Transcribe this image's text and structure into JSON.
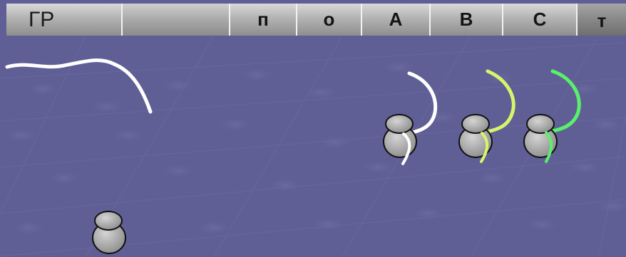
{
  "header": {
    "cells": [
      {
        "id": "gr",
        "label": "ГР"
      },
      {
        "id": "blank",
        "label": ""
      },
      {
        "id": "p",
        "label": "п"
      },
      {
        "id": "o",
        "label": "о"
      },
      {
        "id": "a",
        "label": "А"
      },
      {
        "id": "v",
        "label": "В"
      },
      {
        "id": "s",
        "label": "С"
      },
      {
        "id": "t",
        "label": "т"
      }
    ]
  },
  "colors": {
    "background": "#5f5f96",
    "strand_white": "#ffffff",
    "strand_yellow_green": "#d7f56a",
    "strand_green": "#5bf06a",
    "ribosome_gray": "#a9a9a9"
  },
  "scene": {
    "items": [
      {
        "type": "mRNA-strand",
        "color": "#ffffff"
      },
      {
        "type": "ribosome"
      },
      {
        "type": "ribosome-with-strand",
        "color": "#ffffff"
      },
      {
        "type": "ribosome-with-strand",
        "color": "#d7f56a"
      },
      {
        "type": "ribosome-with-strand",
        "color": "#5bf06a"
      }
    ]
  }
}
